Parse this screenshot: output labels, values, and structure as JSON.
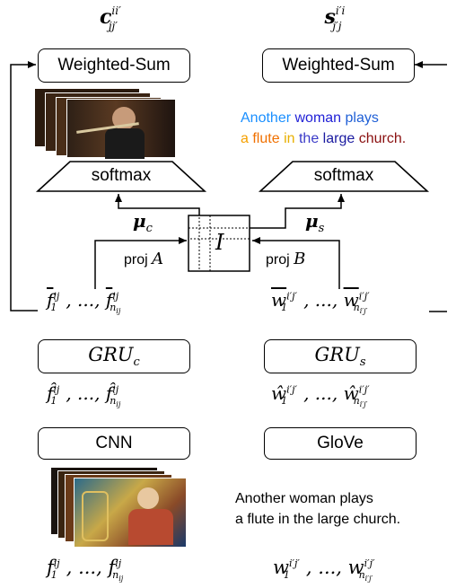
{
  "top_labels": {
    "left": "c^{ii'}_{jj'}",
    "right": "s^{i'i}_{j'j}"
  },
  "weighted_sum": {
    "left_label": "Weighted-Sum",
    "right_label": "Weighted-Sum"
  },
  "softmax": {
    "left_label": "softmax",
    "right_label": "softmax"
  },
  "colored_sentence": {
    "words": [
      {
        "text": "Another",
        "color": "#1a8fff"
      },
      {
        "text": "woman",
        "color": "#1f1fd6"
      },
      {
        "text": "plays",
        "color": "#1f5fd6"
      },
      {
        "text": "a",
        "color": "#f5a000"
      },
      {
        "text": "flute",
        "color": "#f07000"
      },
      {
        "text": "in",
        "color": "#e8b000"
      },
      {
        "text": "the",
        "color": "#3a3ac8"
      },
      {
        "text": "large",
        "color": "#1a1aa0"
      },
      {
        "text": "church.",
        "color": "#8a1010"
      }
    ]
  },
  "attention": {
    "mu_c": "μ_c",
    "mu_s": "μ_s",
    "matrix_label": "I",
    "proj_a": "proj A",
    "proj_b": "proj B"
  },
  "features": {
    "video_top": "f̄ij_1, ..., f̄ij_nij",
    "sentence_top": "w̄i'j'_1, ..., w̄i'j'_ni'j'",
    "video_mid": "f̂ij_1, ..., f̂ij_nij",
    "sentence_mid": "ŵi'j'_1, ..., ŵi'j'_ni'j'",
    "video_bottom": "fij_1, ..., fij_nij",
    "sentence_bottom": "wi'j'_1, ..., wi'j'_ni'j'"
  },
  "encoders": {
    "gru_c": "GRU_c",
    "gru_s": "GRU_s",
    "cnn": "CNN",
    "glove": "GloVe"
  },
  "plain_sentence": {
    "line1": "Another woman plays",
    "line2": "a flute in the large church."
  }
}
